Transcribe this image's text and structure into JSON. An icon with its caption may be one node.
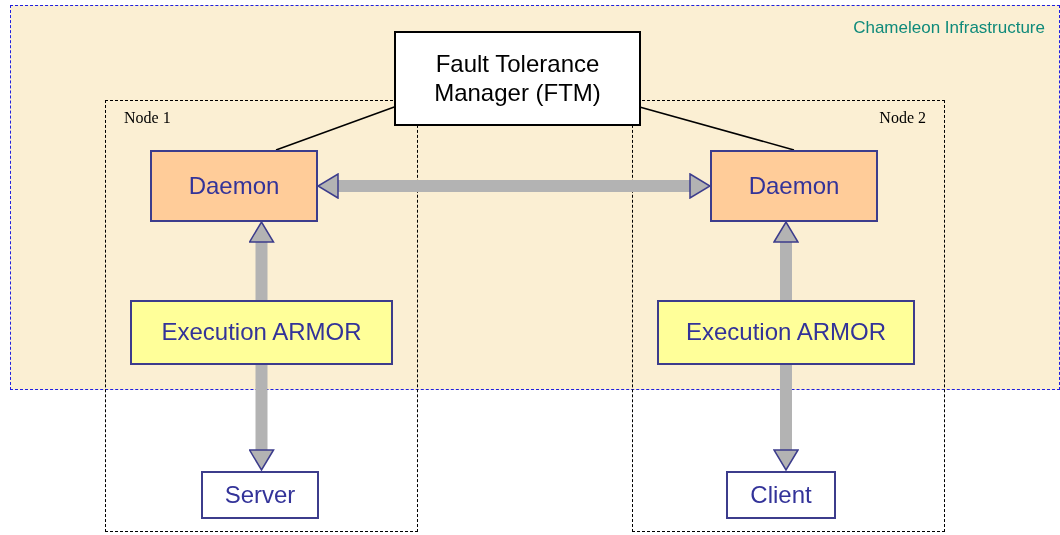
{
  "diagram": {
    "nodes": [
      {
        "text": [
          "Chameleon Infrastructure"
        ]
      },
      {
        "text": [
          "Fault Tolerance Manager (FTM)"
        ],
        "in": 0
      },
      {
        "text": [
          "Node 1"
        ]
      },
      {
        "text": [
          "Daemon"
        ]
      },
      {
        "text": [
          "Execution ARMOR"
        ]
      },
      {
        "text": [
          "Server"
        ],
        "in": 2
      },
      {
        "text": [
          "Node 2"
        ]
      },
      {
        "text": [
          "Daemon"
        ]
      },
      {
        "text": [
          "Execution ARMOR"
        ]
      },
      {
        "text": [
          "Client"
        ],
        "in": 6
      }
    ],
    "edges": [
      {
        "from": 1,
        "to": 3,
        "arrow": "none",
        "color": "#000000"
      },
      {
        "from": 1,
        "to": 7,
        "arrow": "none",
        "color": "#000000"
      },
      {
        "from": 3,
        "to": 7,
        "arrow": "both"
      },
      {
        "from": 4,
        "to": 3,
        "arrow": "to"
      },
      {
        "from": 4,
        "to": 5,
        "arrow": "to"
      },
      {
        "from": 8,
        "to": 7,
        "arrow": "to"
      },
      {
        "from": 8,
        "to": 9,
        "arrow": "to"
      }
    ]
  }
}
